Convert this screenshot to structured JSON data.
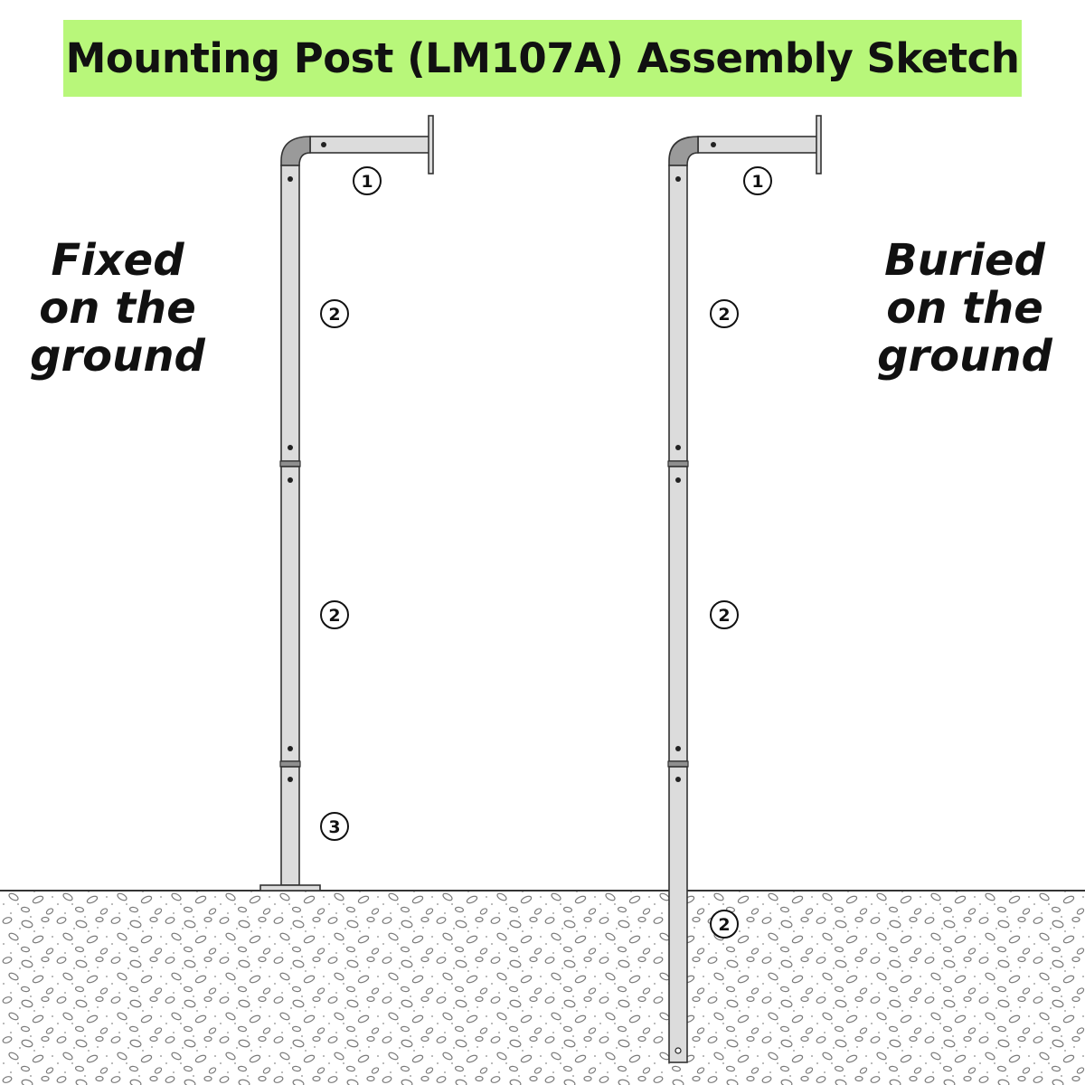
{
  "title": "Mounting Post (LM107A) Assembly Sketch",
  "left_caption": [
    "Fixed",
    "on the",
    "ground"
  ],
  "right_caption": [
    "Buried",
    "on the",
    "ground"
  ],
  "left_post": {
    "callouts": [
      "1",
      "2",
      "2",
      "3"
    ]
  },
  "right_post": {
    "callouts": [
      "1",
      "2",
      "2",
      "2"
    ]
  },
  "colors": {
    "title_background": "#b8f77a",
    "tube_fill": "#dcdcdc",
    "elbow_fill": "#9a9a9a",
    "outline": "#333333"
  }
}
